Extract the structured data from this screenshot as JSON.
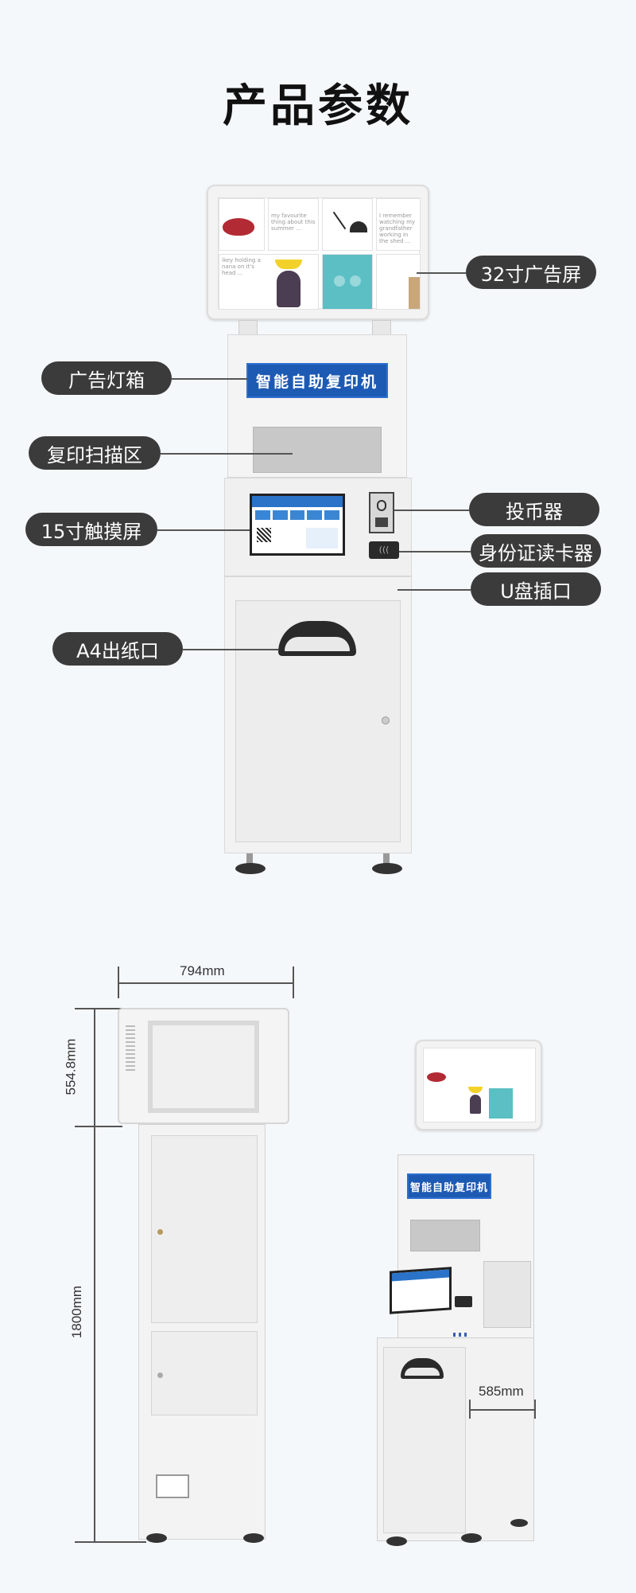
{
  "title": "产品参数",
  "labels": {
    "ad_screen": "32寸广告屏",
    "light_box": "广告灯箱",
    "scan_area": "复印扫描区",
    "coin_slot": "投币器",
    "touch_screen": "15寸触摸屏",
    "id_reader": "身份证读卡器",
    "usb_port": "U盘插口",
    "paper_exit": "A4出纸口"
  },
  "sign_text": "智能自助复印机",
  "screen_tiles": {
    "tile2": "my favourite thing about this summer ...",
    "tile4": "I remember watching my grandfather working in the shed ...",
    "tile5": "ikey holding a nana on it's head ..."
  },
  "dimensions": {
    "width": "794mm",
    "screen_height": "554.8mm",
    "total_height": "1800mm",
    "depth": "585mm"
  },
  "colors": {
    "accent_blue": "#1d5ab3",
    "pill_bg": "#3b3b3b",
    "teal_tile": "#5bbfc4"
  }
}
